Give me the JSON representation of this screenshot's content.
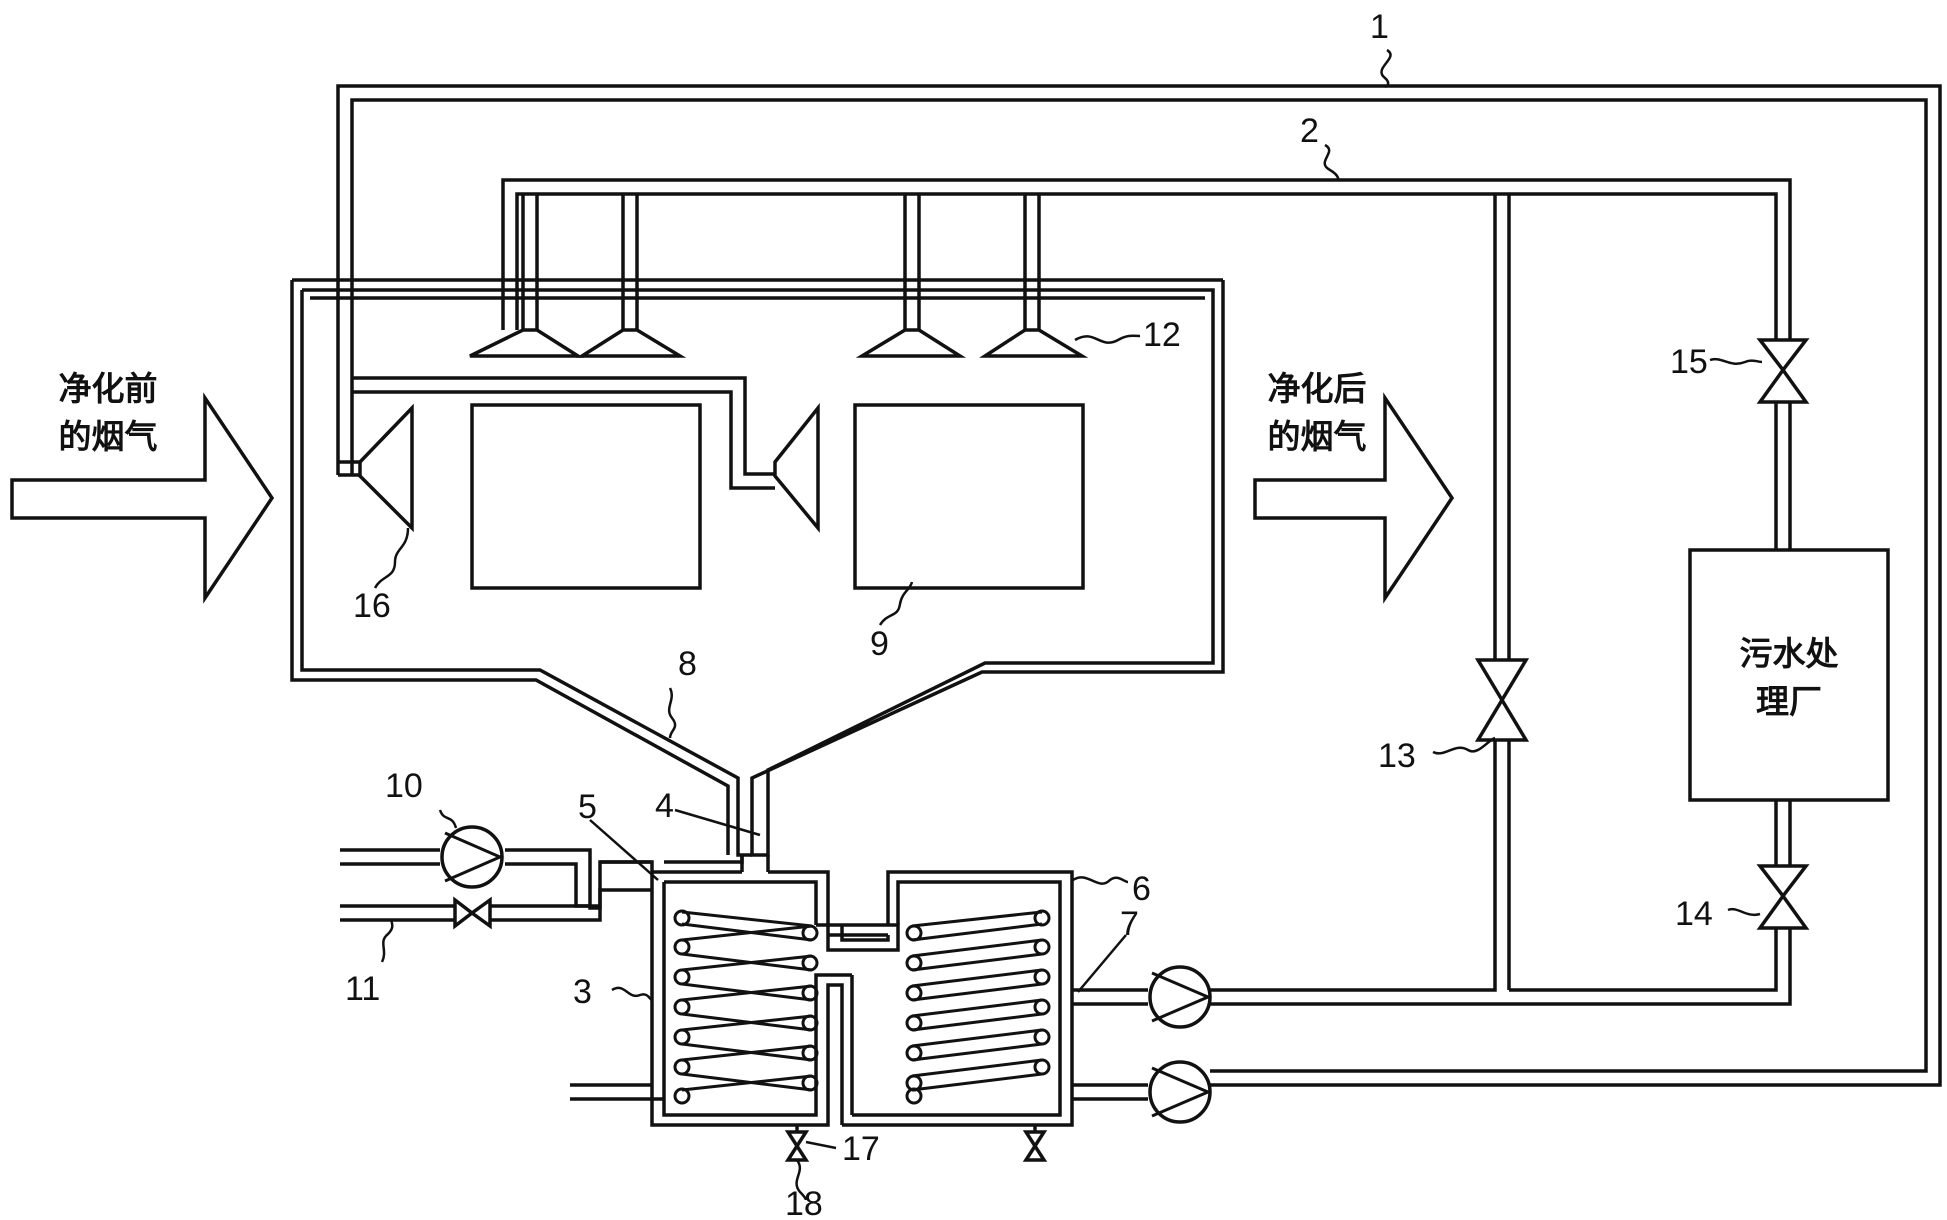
{
  "labels": {
    "inlet_line1": "净化前",
    "inlet_line2": "的烟气",
    "outlet_line1": "净化后",
    "outlet_line2": "的烟气",
    "treatment_line1": "污水处",
    "treatment_line2": "理厂"
  },
  "callouts": {
    "c1": "1",
    "c2": "2",
    "c3": "3",
    "c4": "4",
    "c5": "5",
    "c6": "6",
    "c7": "7",
    "c8": "8",
    "c9": "9",
    "c10": "10",
    "c11": "11",
    "c12": "12",
    "c13": "13",
    "c14": "14",
    "c15": "15",
    "c16": "16",
    "c17": "17",
    "c18": "18"
  }
}
